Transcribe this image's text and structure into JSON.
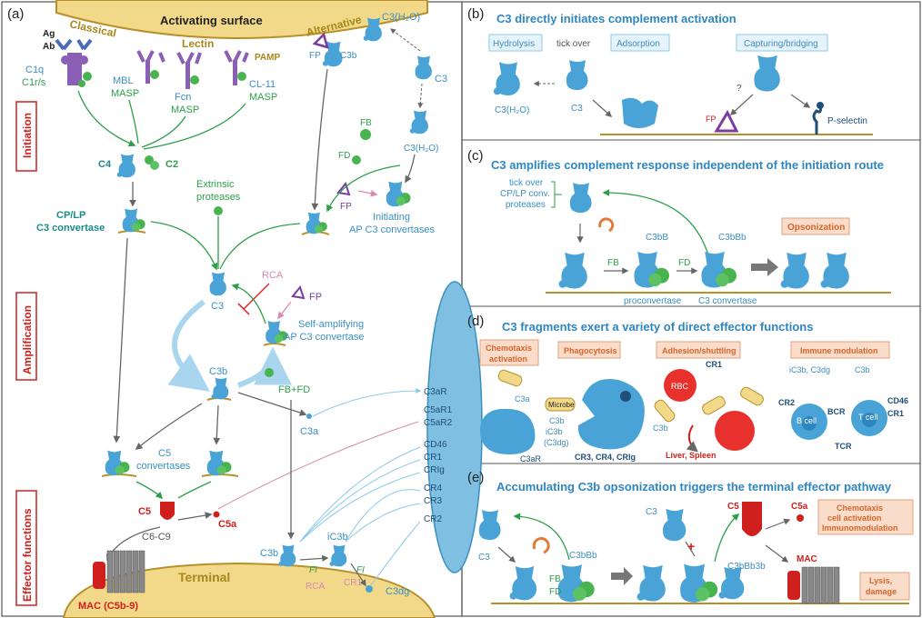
{
  "colors": {
    "c3": "#4aa3d6",
    "c3dark": "#2e86c1",
    "green": "#49b34f",
    "teal": "#1b8a8a",
    "red": "#d0201e",
    "membrane": "#f2d98a",
    "membraneEdge": "#b8902a",
    "purple": "#7a3c9e",
    "pink": "#d88ab0",
    "orange": "#e07b39",
    "boxFill": "#f9dcc9",
    "boxEdge": "#e3a07a",
    "blueBox": "#e7f3fb"
  },
  "a": {
    "panel": "(a)",
    "surface": "Activating surface",
    "classical": "Classical",
    "lectin": "Lectin",
    "alternative": "Alternative",
    "ag": "Ag",
    "ab": "Ab",
    "c1q": "C1q",
    "c1rs": "C1r/s",
    "mbl": "MBL",
    "masp1": "MASP",
    "fcn": "Fcn",
    "masp2": "MASP",
    "cl11": "CL-11",
    "masp3": "MASP",
    "pamp": "PAMP",
    "fp_top": "FP",
    "c3b_top": "C3b",
    "c3h2o_top": "C3(H₂O)",
    "c3_right": "C3",
    "c3h2o_mid": "C3(H₂O)",
    "fb": "FB",
    "fd": "FD",
    "fp_mid": "FP",
    "initiating1": "Initiating",
    "initiating2": "AP C3 convertases",
    "c4": "C4",
    "c2": "C2",
    "cplp1": "CP/LP",
    "cplp2": "C3 convertase",
    "extrinsic1": "Extrinsic",
    "extrinsic2": "proteases",
    "side_initiation": "Initiation",
    "side_amplification": "Amplification",
    "side_effector": "Effector functions",
    "rca1": "RCA",
    "c3_amp": "C3",
    "fp_amp": "FP",
    "selfamp1": "Self-amplifying",
    "selfamp2": "AP C3 convertase",
    "c3b_amp": "C3b",
    "fbfd": "FB+FD",
    "c3a": "C3a",
    "c5conv1": "C5",
    "c5conv2": "convertases",
    "c5": "C5",
    "c5a": "C5a",
    "c6c9": "C6-C9",
    "mac": "MAC (C5b-9)",
    "terminal": "Terminal",
    "c3b_term": "C3b",
    "ic3b": "iC3b",
    "fi1": "FI",
    "fi2": "FI",
    "rca2": "RCA",
    "cr1": "CR1",
    "c3dg": "C3dg",
    "receptors": [
      "C3aR",
      "C5aR1",
      "C5aR2",
      "CD46",
      "CR1",
      "CRIg",
      "CR4",
      "CR3",
      "CR2"
    ]
  },
  "b": {
    "panel": "(b)",
    "title": "C3 directly initiates complement activation",
    "hydrolysis": "Hydrolysis",
    "tickover": "tick over",
    "adsorption": "Adsorption",
    "capturing": "Capturing/bridging",
    "c3h2o": "C3(H₂O)",
    "c3": "C3",
    "q": "?",
    "fp": "FP",
    "pselectin": "P-selectin"
  },
  "c": {
    "panel": "(c)",
    "title": "C3 amplifies complement response independent of the initiation route",
    "tick1": "tick over",
    "tick2": "CP/LP conv.",
    "tick3": "proteases",
    "fb": "FB",
    "c3bb": "C3bB",
    "fd": "FD",
    "c3bbb": "C3bBb",
    "proconv": "proconvertase",
    "c3conv": "C3 convertase",
    "opsonization": "Opsonization"
  },
  "d": {
    "panel": "(d)",
    "title": "C3 fragments exert a variety of direct effector functions",
    "chemotaxis1": "Chemotaxis",
    "chemotaxis2": "activation",
    "phagocytosis": "Phagocytosis",
    "adhesion": "Adhesion/shuttling",
    "immune": "Immune modulation",
    "c3a": "C3a",
    "c3aR": "C3aR",
    "microbe": "Microbe",
    "c3b1": "C3b",
    "c3b2": "iC3b",
    "c3b3": "(C3dg)",
    "crs": "CR3, CR4, CRIg",
    "cr1": "CR1",
    "rbc": "RBC",
    "c3b_adh": "C3b",
    "liver": "Liver, Spleen",
    "ic3b": "iC3b, C3dg",
    "c3b_im": "C3b",
    "cr2": "CR2",
    "bcr": "BCR",
    "bcell": "B cell",
    "cd46": "CD46",
    "cr1b": "CR1",
    "tcell": "T cell",
    "tcr": "TCR"
  },
  "e": {
    "panel": "(e)",
    "title": "Accumulating C3b opsonization triggers the terminal effector pathway",
    "c3_left": "C3",
    "c3bbb": "C3bBb",
    "fb": "FB",
    "fd": "FD",
    "c3": "C3",
    "c3bbb3b": "C3bBb3b",
    "c5": "C5",
    "c5a": "C5a",
    "mac": "MAC",
    "box1_1": "Chemotaxis",
    "box1_2": "cell activation",
    "box1_3": "Immunomodulation",
    "box2_1": "Lysis,",
    "box2_2": "damage"
  }
}
